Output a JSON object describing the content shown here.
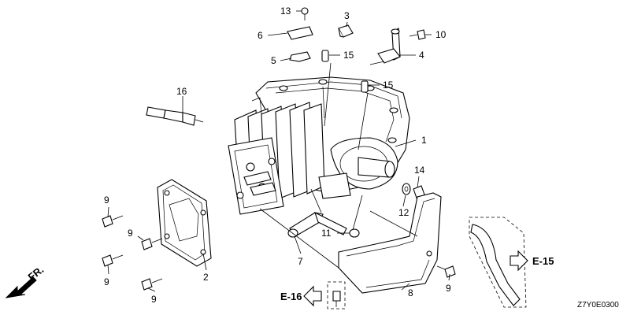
{
  "diagram": {
    "callouts": [
      "1",
      "2",
      "3",
      "4",
      "5",
      "6",
      "7",
      "8",
      "9",
      "9",
      "9",
      "9",
      "9",
      "10",
      "11",
      "12",
      "13",
      "14",
      "15",
      "15",
      "16"
    ],
    "refs": {
      "e15": "E-15",
      "e16": "E-16"
    },
    "direction": "FR.",
    "code": "Z7Y0E0300"
  }
}
